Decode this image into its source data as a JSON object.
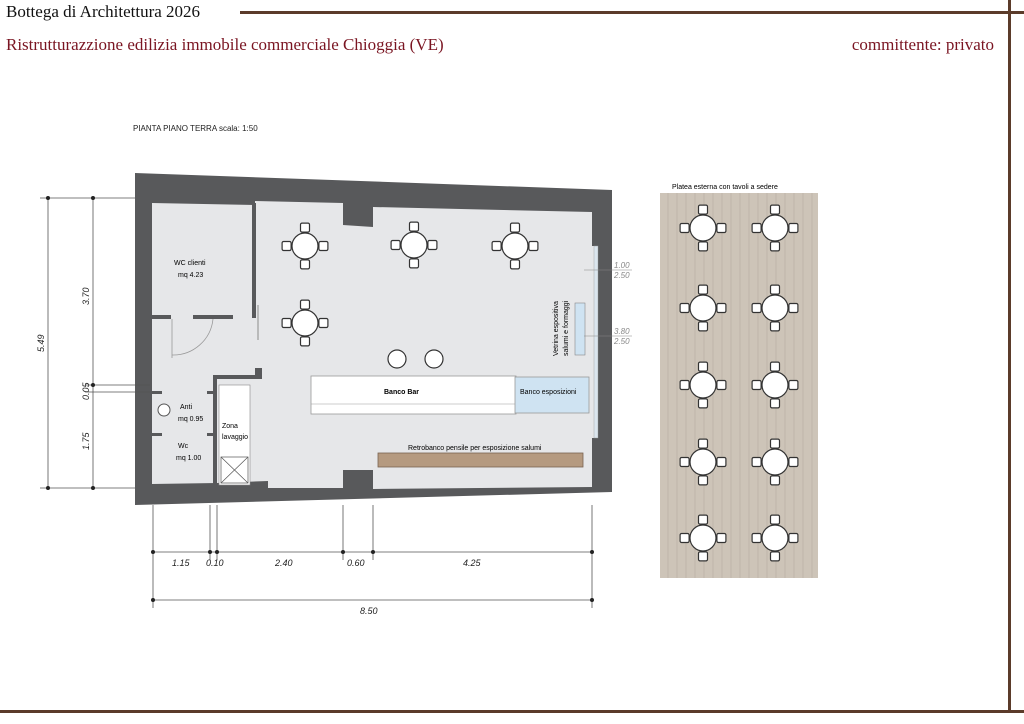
{
  "header": {
    "studio": "Bottega di Architettura 2026",
    "project": "Ristrutturazzione edilizia  immobile commerciale Chioggia (VE)",
    "client": "committente: privato"
  },
  "plan": {
    "title": "PIANTA PIANO TERRA  scala: 1:50",
    "rooms": {
      "wc_clienti": "WC clienti",
      "wc_clienti_area": "mq 4.23",
      "anti": "Anti",
      "anti_area": "mq 0.95",
      "wc": "Wc",
      "wc_area": "mq 1.00",
      "zona": "Zona",
      "lavaggio": "lavaggio",
      "banco_bar": "Banco Bar",
      "banco_esposizioni": "Banco esposizioni",
      "retrobanco": "Retrobanco pensile per esposizione salumi",
      "vetrina_1": "Vetrina espositiva",
      "vetrina_2": "salumi e formaggi"
    },
    "window_marks": {
      "a1": "1.00",
      "a2": "2.50",
      "b1": "3.80",
      "b2": "2.50"
    },
    "dims_vertical": {
      "total": "5.49",
      "d1": "3.70",
      "d2": "0.05",
      "d3": "1.75"
    },
    "dims_horizontal": {
      "d1": "1.15",
      "d2": "0.10",
      "d3": "2.40",
      "d4": "0.60",
      "d5": "4.25",
      "total": "8.50"
    }
  },
  "platea": {
    "title": "Platea esterna con tavoli a sedere"
  },
  "colors": {
    "frame": "#5b3b2a",
    "title_red": "#7a1522",
    "wall": "#58595b",
    "floor": "#e6e7e9",
    "deck": "#cdc4b8",
    "banco_esp": "#cfe3f2"
  }
}
